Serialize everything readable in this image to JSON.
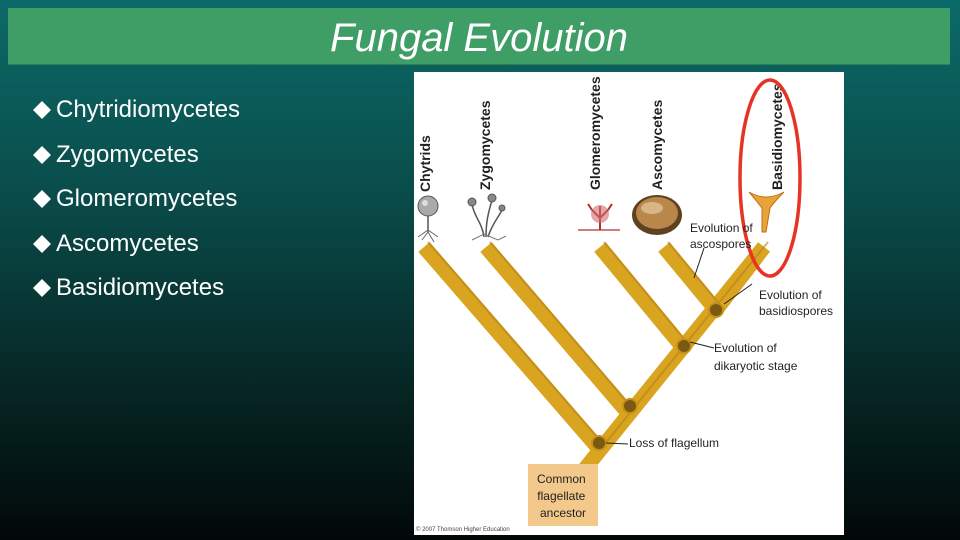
{
  "title": "Fungal Evolution",
  "bullets": [
    "Chytridiomycetes",
    "Zygomycetes",
    "Glomeromycetes",
    "Ascomycetes",
    "Basidiomycetes"
  ],
  "figure": {
    "taxa": [
      "Chytrids",
      "Zygomycetes",
      "Glomeromycetes",
      "Ascomycetes",
      "Basidiomycetes"
    ],
    "annotations": {
      "ascospores": [
        "Evolution of",
        "ascospores"
      ],
      "basidiospores": [
        "Evolution of",
        "basidiospores"
      ],
      "dikaryotic": [
        "Evolution of",
        "dikaryotic stage"
      ],
      "flagellum": "Loss of flagellum"
    },
    "ancestor": [
      "Common",
      "flagellate",
      "ancestor"
    ],
    "credit": "© 2007 Thomson Higher Education",
    "highlight_color": "#e63323",
    "branch_color": "#d9a520"
  }
}
